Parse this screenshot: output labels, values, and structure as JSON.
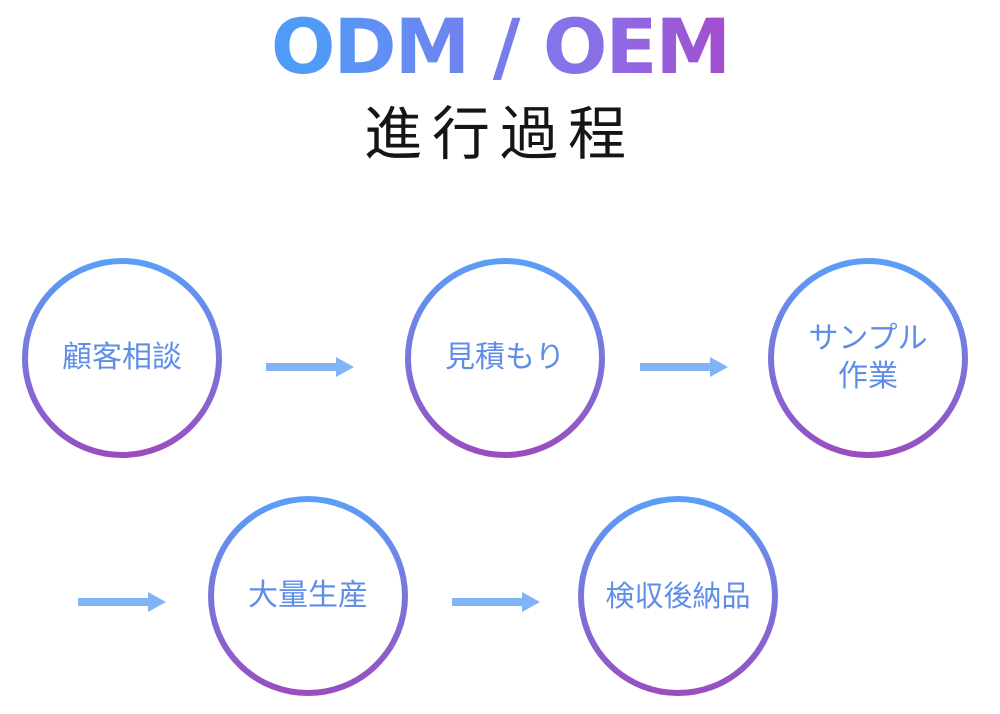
{
  "header": {
    "title": "ODM / OEM",
    "subtitle": "進行過程"
  },
  "steps": [
    {
      "label": "顧客相談"
    },
    {
      "label": "見積もり"
    },
    {
      "label": "サンプル\n作業"
    },
    {
      "label": "大量生産"
    },
    {
      "label": "検収後納品"
    }
  ],
  "colors": {
    "gradient_blue": "#5a9ef8",
    "gradient_purple": "#9a4dbf",
    "label_blue": "#5f8ee9",
    "arrow_blue": "#7fb5f6",
    "subtitle_black": "#151515"
  }
}
